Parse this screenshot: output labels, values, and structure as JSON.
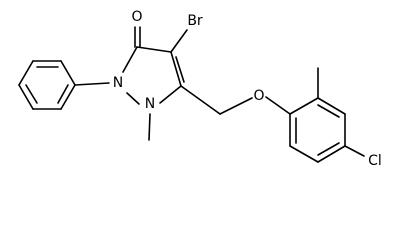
{
  "structure": {
    "labels": {
      "oxygen_carbonyl": "O",
      "bromine": "Br",
      "n2": "N",
      "n1": "N",
      "oxygen_ether": "O",
      "chlorine": "Cl"
    }
  }
}
